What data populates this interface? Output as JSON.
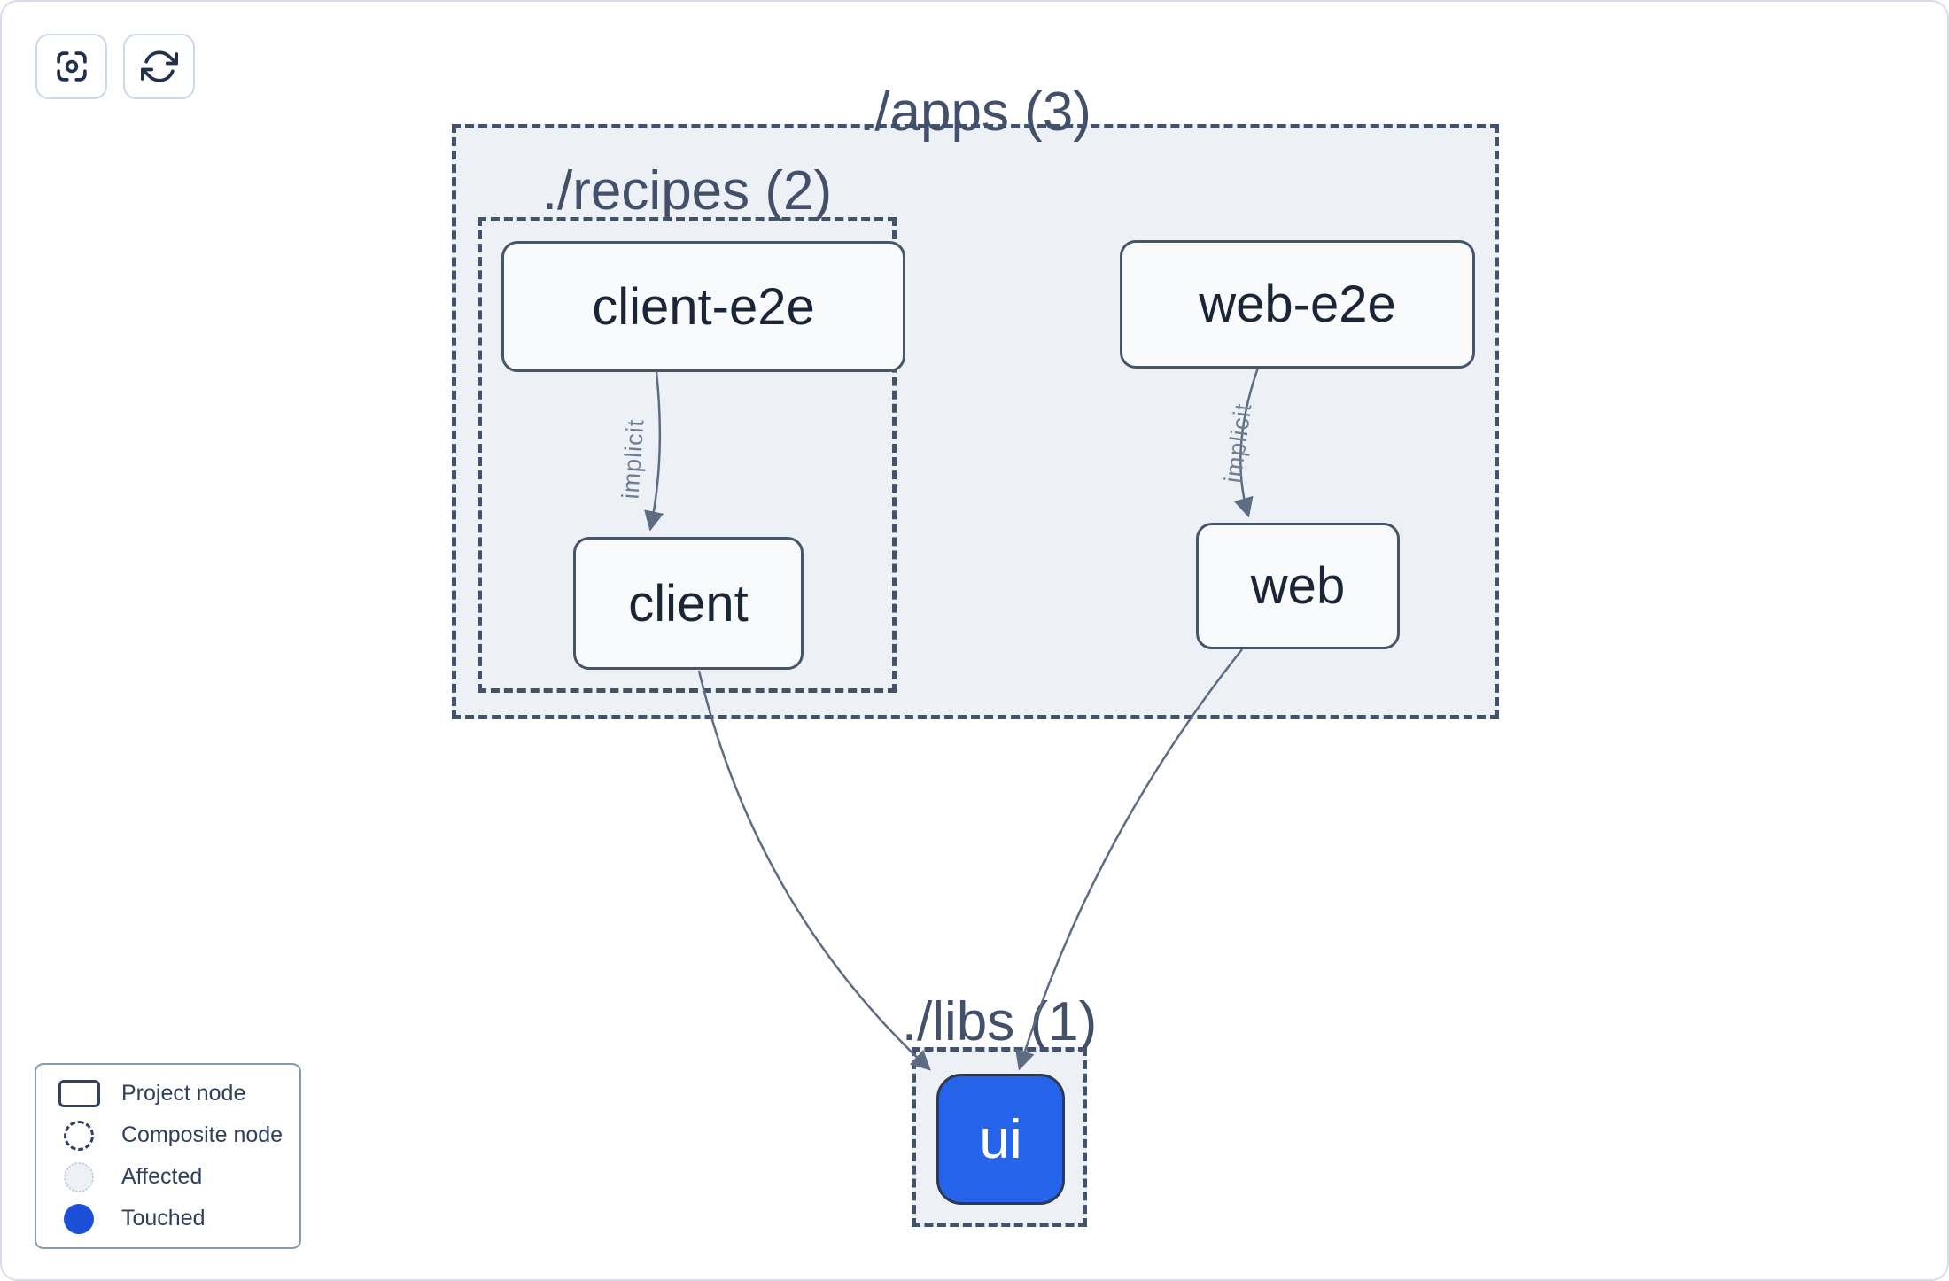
{
  "toolbar": {
    "focus_button": {
      "icon": "focus-icon"
    },
    "refresh_button": {
      "icon": "refresh-icon"
    }
  },
  "graph": {
    "groups": {
      "apps": {
        "label": "./apps (3)"
      },
      "recipes": {
        "label": "./recipes (2)"
      },
      "libs": {
        "label": "./libs (1)"
      }
    },
    "nodes": {
      "client_e2e": {
        "label": "client-e2e",
        "type": "project"
      },
      "web_e2e": {
        "label": "web-e2e",
        "type": "project"
      },
      "client": {
        "label": "client",
        "type": "project"
      },
      "web": {
        "label": "web",
        "type": "project"
      },
      "ui": {
        "label": "ui",
        "type": "project",
        "state": "touched"
      }
    },
    "edges": [
      {
        "from": "client-e2e",
        "to": "client",
        "label": "implicit"
      },
      {
        "from": "web-e2e",
        "to": "web",
        "label": "implicit"
      },
      {
        "from": "client",
        "to": "ui",
        "label": ""
      },
      {
        "from": "web",
        "to": "ui",
        "label": ""
      }
    ]
  },
  "legend": {
    "items": [
      {
        "id": "project-node",
        "label": "Project node"
      },
      {
        "id": "composite-node",
        "label": "Composite node"
      },
      {
        "id": "affected",
        "label": "Affected"
      },
      {
        "id": "touched",
        "label": "Touched"
      }
    ]
  },
  "colors": {
    "touched_node_fill": "#2563eb",
    "touched_legend_dot": "#1d4ed8",
    "edge_stroke": "#5d6c83",
    "group_fill": "#edf1f6",
    "dashed_border": "#44516b",
    "node_border": "#475569",
    "node_fill": "#f8fafc"
  }
}
